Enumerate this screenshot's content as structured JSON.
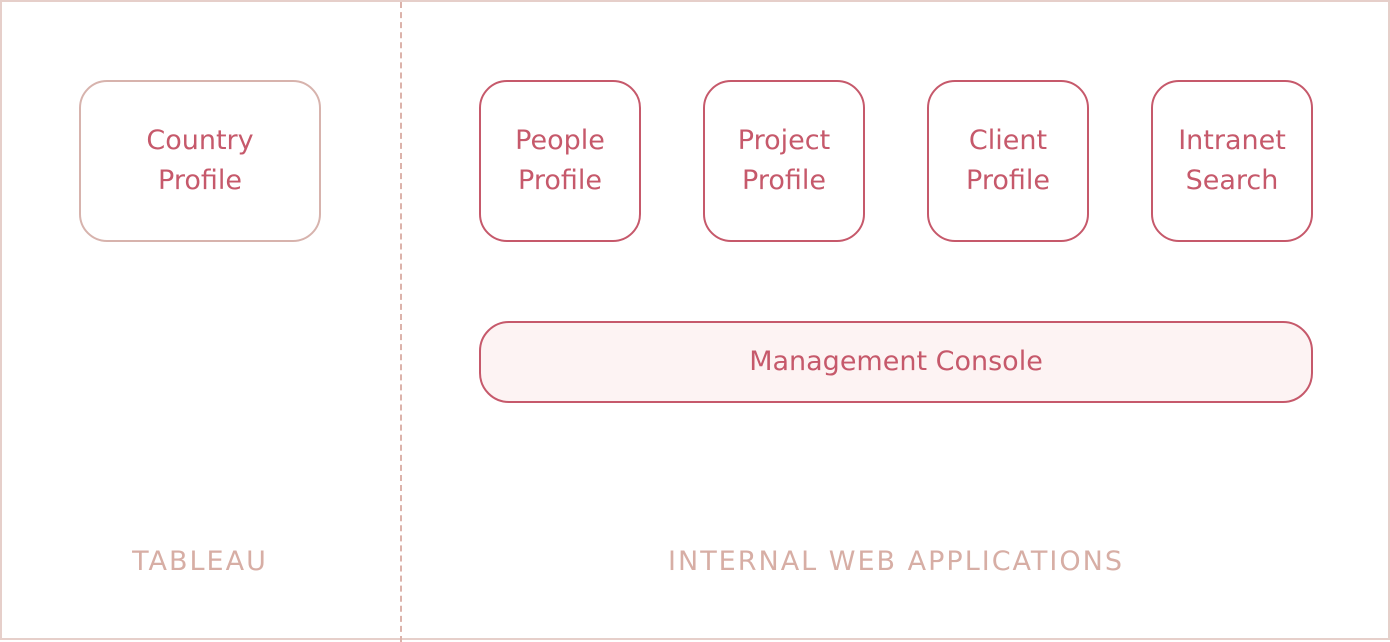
{
  "sections": {
    "left_label": "TABLEAU",
    "right_label": "INTERNAL WEB APPLICATIONS"
  },
  "tableau_apps": [
    {
      "line1": "Country",
      "line2": "Profile"
    }
  ],
  "web_apps": [
    {
      "line1": "People",
      "line2": "Profile"
    },
    {
      "line1": "Project",
      "line2": "Profile"
    },
    {
      "line1": "Client",
      "line2": "Profile"
    },
    {
      "line1": "Intranet",
      "line2": "Search"
    }
  ],
  "console": {
    "label": "Management Console"
  },
  "colors": {
    "primary": "#c6596b",
    "muted": "#d7aea5",
    "tableau_border": "#d7b3ad",
    "frame_border": "#e6cfca",
    "console_fill": "#fdf3f3"
  }
}
